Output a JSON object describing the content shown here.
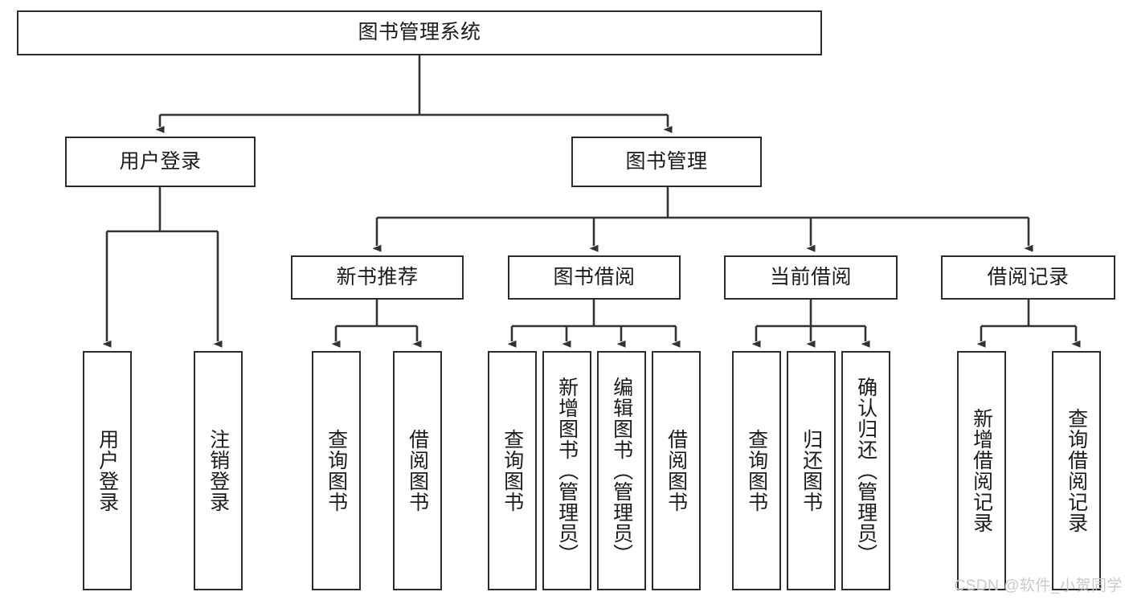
{
  "diagram": {
    "type": "tree-hierarchy",
    "title": "图书管理系统",
    "watermark": "CSDN @软件_小贺同学",
    "colors": {
      "box_border": "#2b2b2b",
      "box_fill": "#ffffff",
      "connector": "#333333",
      "text": "#1b1b1b",
      "watermark": "#c9c9c9"
    },
    "nodes": {
      "root": {
        "label": "图书管理系统"
      },
      "level1": [
        {
          "label": "用户登录"
        },
        {
          "label": "图书管理"
        }
      ],
      "level2": [
        {
          "label": "新书推荐"
        },
        {
          "label": "图书借阅"
        },
        {
          "label": "当前借阅"
        },
        {
          "label": "借阅记录"
        }
      ],
      "leaves": {
        "user_login": [
          {
            "label": "用户登录"
          },
          {
            "label": "注销登录"
          }
        ],
        "new_book_recommend": [
          {
            "label": "查询图书"
          },
          {
            "label": "借阅图书"
          }
        ],
        "book_borrow": [
          {
            "label": "查询图书"
          },
          {
            "label": "新增图书（管理员）"
          },
          {
            "label": "编辑图书（管理员）"
          },
          {
            "label": "借阅图书"
          }
        ],
        "current_borrow": [
          {
            "label": "查询图书"
          },
          {
            "label": "归还图书"
          },
          {
            "label": "确认归还（管理员）"
          }
        ],
        "borrow_record": [
          {
            "label": "新增借阅记录"
          },
          {
            "label": "查询借阅记录"
          }
        ]
      }
    }
  }
}
